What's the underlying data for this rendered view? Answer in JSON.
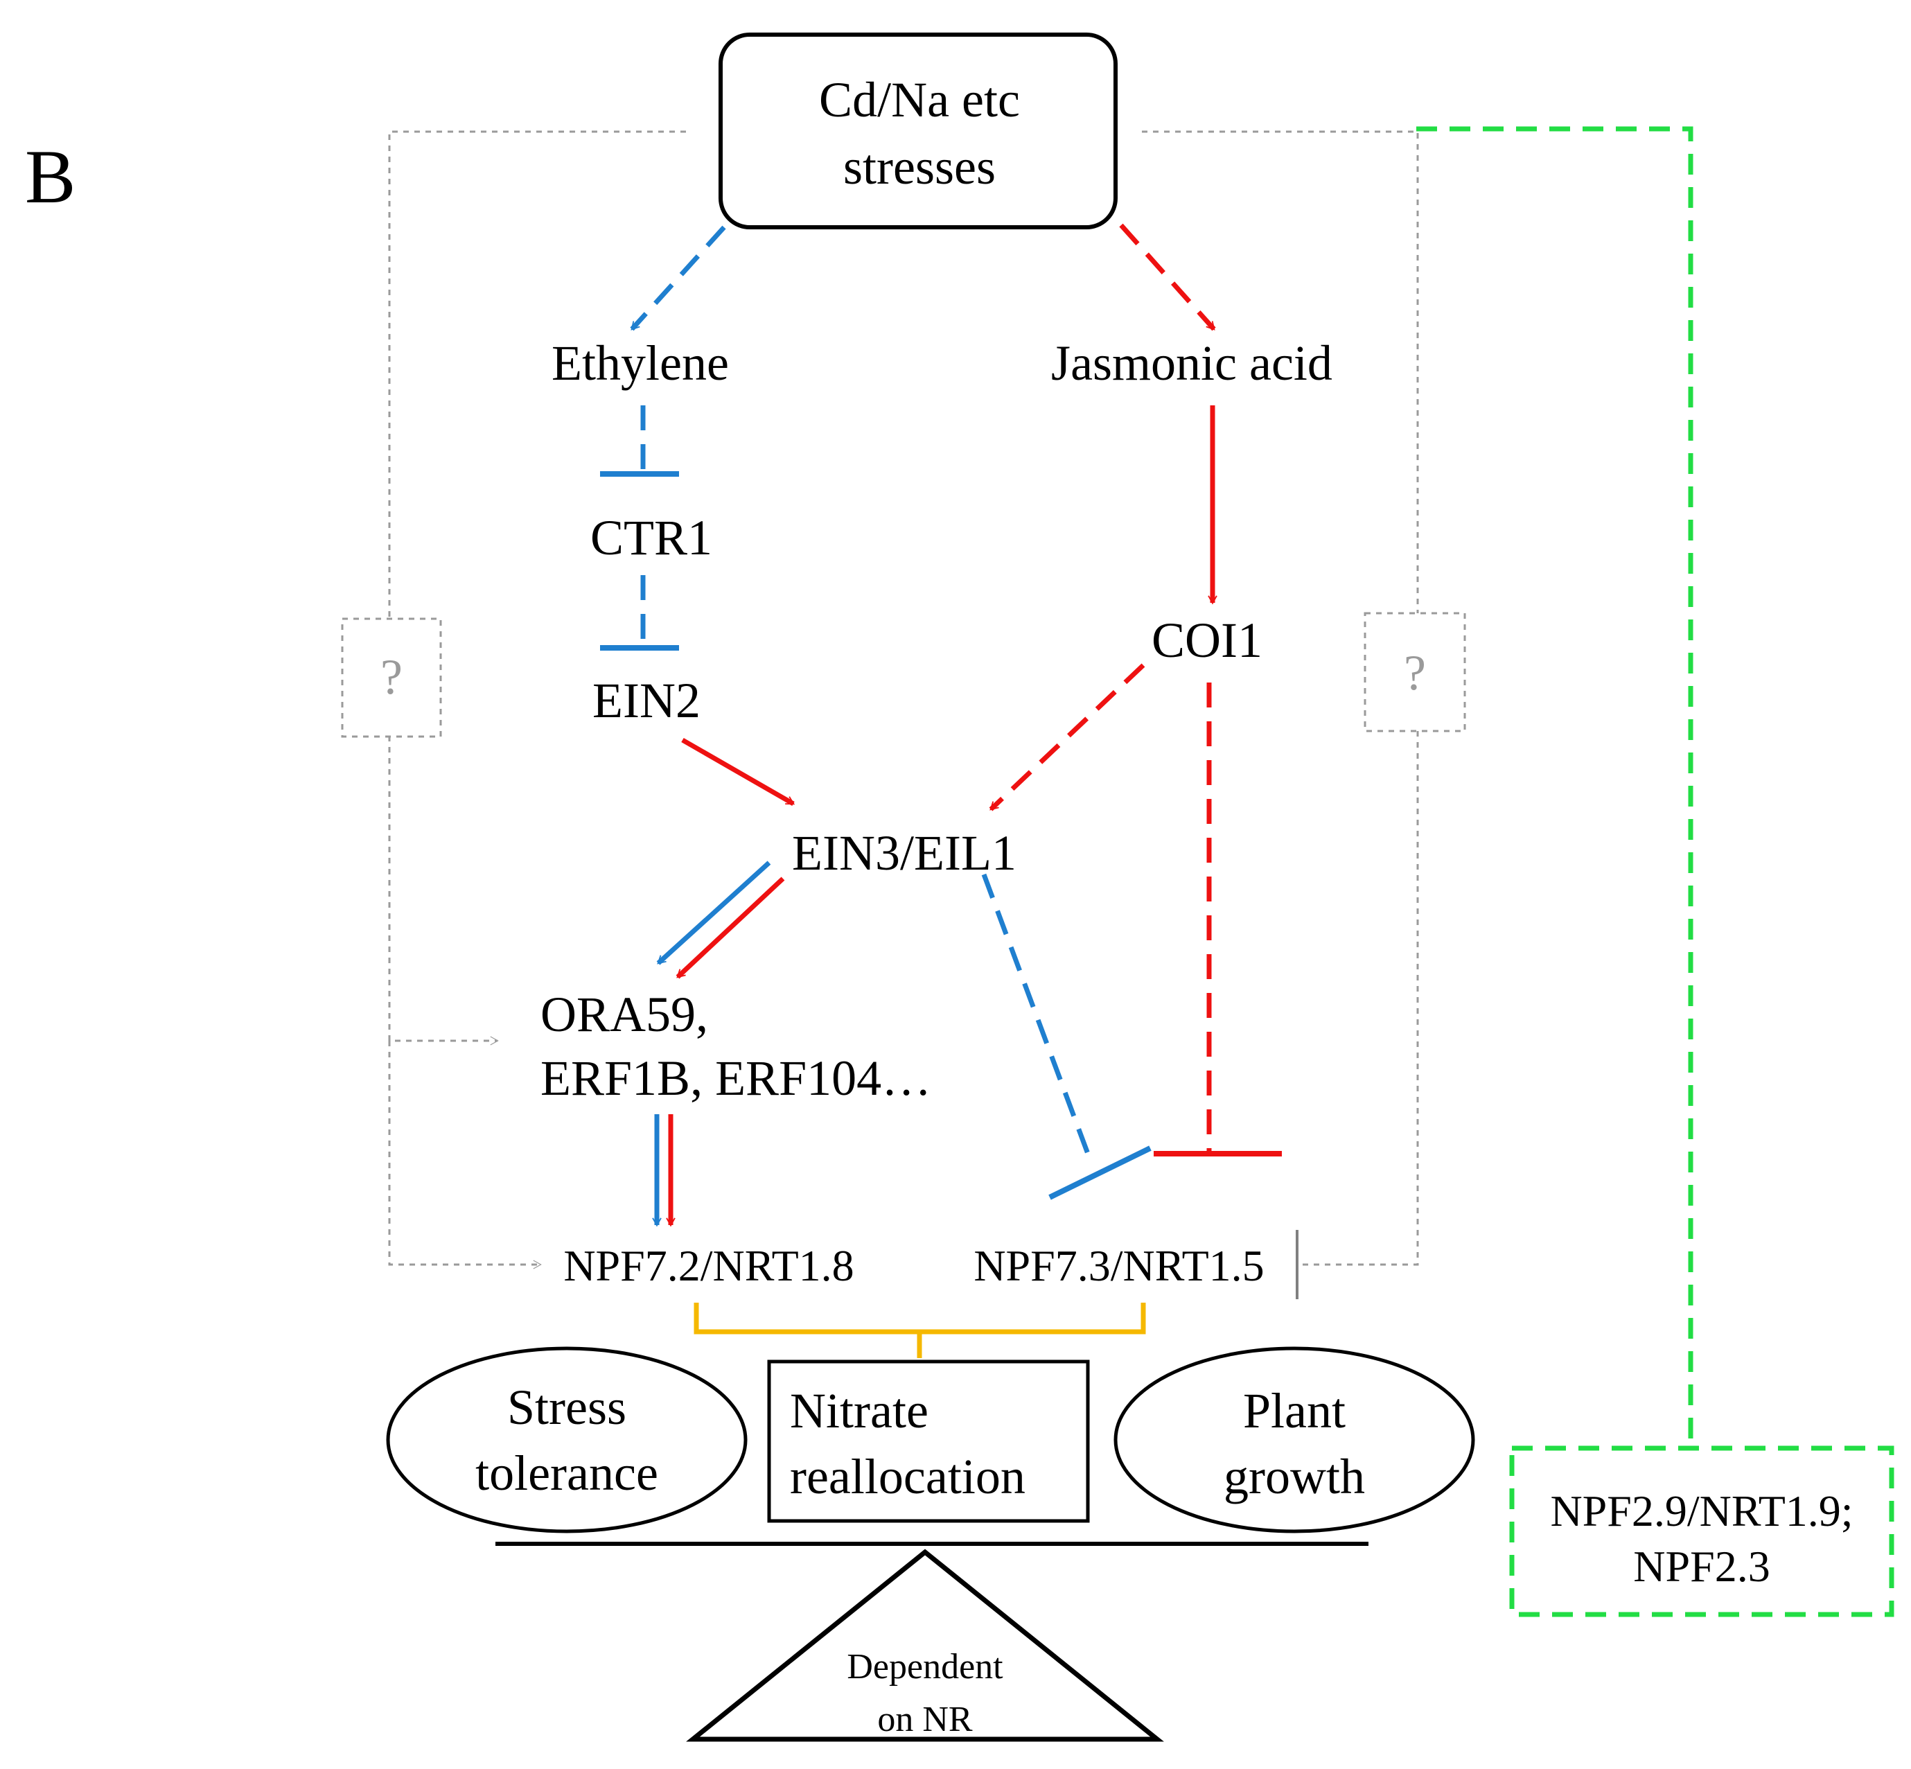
{
  "panel_label": "B",
  "stress": {
    "line1": "Cd/Na etc",
    "line2": "stresses"
  },
  "nodes": {
    "ethylene": "Ethylene",
    "jasmonic_acid": "Jasmonic acid",
    "ctr1": "CTR1",
    "ein2": "EIN2",
    "coi1": "COI1",
    "ein3_eil1": "EIN3/EIL1",
    "erf_line1": "ORA59,",
    "erf_line2": "ERF1B, ERF104…",
    "npf72": "NPF7.2/NRT1.8",
    "npf73": "NPF7.3/NRT1.5"
  },
  "unknown_marks": {
    "left": "?",
    "right": "?"
  },
  "outcomes": {
    "stress_tolerance": {
      "line1": "Stress",
      "line2": "tolerance"
    },
    "nitrate_reallocation": {
      "line1": "Nitrate",
      "line2": "reallocation"
    },
    "plant_growth": {
      "line1": "Plant",
      "line2": "growth"
    }
  },
  "fulcrum": {
    "line1": "Dependent",
    "line2": "on NR"
  },
  "npf29": {
    "line1": "NPF2.9/NRT1.9;",
    "line2": "NPF2.3"
  },
  "colors": {
    "ethylene_pathway": "#1f7fcf",
    "jasmonic_pathway": "#ee1111",
    "brace": "#f5b800",
    "npf29_box": "#22dd44",
    "unknown_link": "#9a9a9a"
  }
}
